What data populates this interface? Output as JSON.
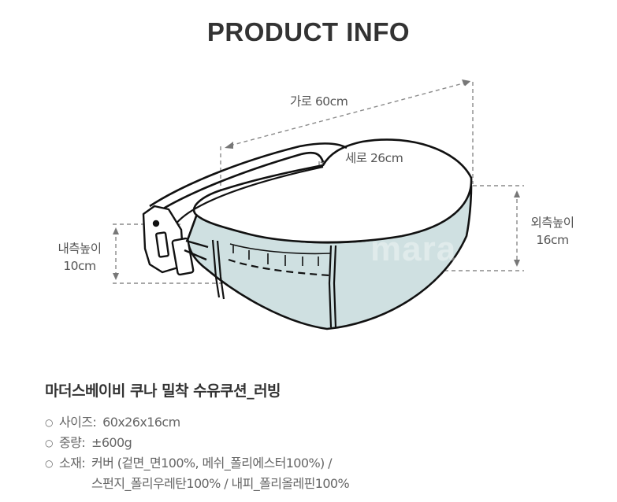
{
  "header": {
    "title": "PRODUCT INFO"
  },
  "illustration": {
    "subject": "nursing-cushion",
    "fill_color": "#cfe0e1",
    "outline_color": "#111111",
    "dimension_line_color": "#888888",
    "watermark_text": "mara",
    "dimensions": {
      "width": {
        "label": "가로 60cm"
      },
      "depth": {
        "label": "세로 26cm"
      },
      "outer_height": {
        "line1": "외측높이",
        "line2": "16cm"
      },
      "inner_height": {
        "line1": "내측높이",
        "line2": "10cm"
      }
    }
  },
  "product": {
    "name": "마더스베이비 쿠나 밀착 수유쿠션_러빙",
    "bullet_glyph": "○",
    "specs": [
      {
        "key": "사이즈:",
        "values": [
          "60x26x16cm"
        ]
      },
      {
        "key": "중량:",
        "values": [
          "±600g"
        ]
      },
      {
        "key": "소재:",
        "values": [
          "커버 (겉면_면100%, 메쉬_폴리에스터100%) /",
          "스펀지_폴리우레탄100% / 내피_폴리올레핀100%"
        ]
      }
    ]
  }
}
